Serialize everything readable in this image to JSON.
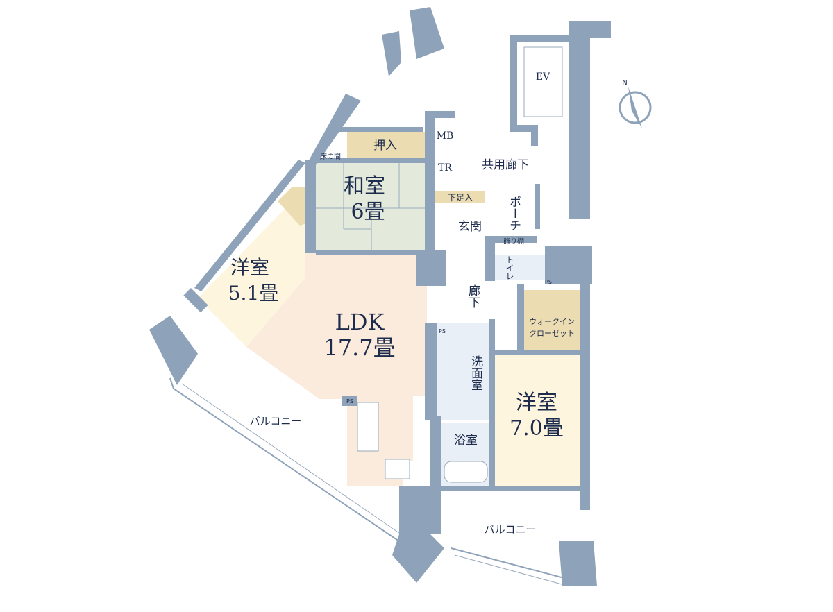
{
  "colors": {
    "wall": "#8ea3b9",
    "ldk": "#fbebdc",
    "washitsu": "#e3eadb",
    "yoshitsu": "#fdf5de",
    "storage": "#ecdcb2",
    "wet_area": "#e9eff7",
    "text": "#1d2b4c"
  },
  "compass": {
    "label": "N"
  },
  "rooms": {
    "ldk": {
      "name": "LDK",
      "size": "17.7畳"
    },
    "washitsu": {
      "name": "和室",
      "size": "6畳"
    },
    "yoshitsu_west": {
      "name": "洋室",
      "size": "5.1畳"
    },
    "yoshitsu_east": {
      "name": "洋室",
      "size": "7.0畳"
    },
    "oshiire": "押入",
    "tokonoma": "床の間",
    "mb": "MB",
    "tr": "TR",
    "common_corridor": "共用廊下",
    "shoe_box": "下足入",
    "genkan": "玄関",
    "porch": "ポーチ",
    "display_shelf": "飾り棚",
    "toilet": "トイレ",
    "corridor": "廊下",
    "walk_in_closet_1": "ウォークイン",
    "walk_in_closet_2": "クローゼット",
    "washroom": "洗面室",
    "bathroom": "浴室",
    "ps": "PS",
    "ev": "EV",
    "balcony_west": "バルコニー",
    "balcony_south": "バルコニー"
  }
}
